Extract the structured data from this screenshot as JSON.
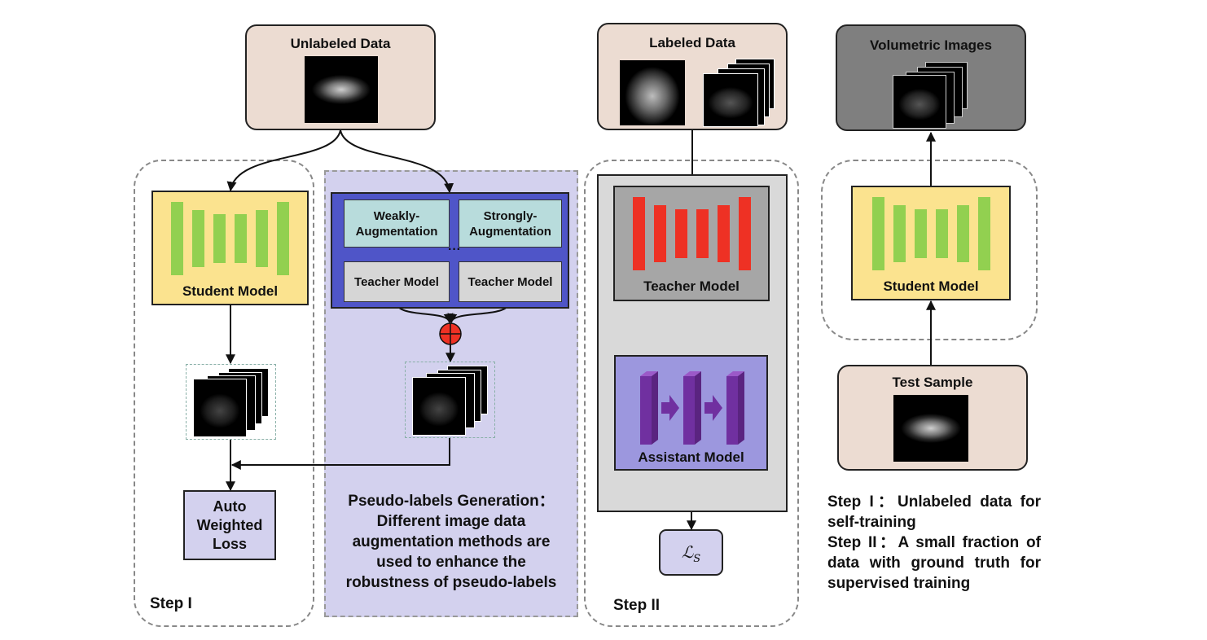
{
  "unlabeled": {
    "title": "Unlabeled Data"
  },
  "labeled": {
    "title": "Labeled Data"
  },
  "volumetric": {
    "title": "Volumetric Images"
  },
  "test": {
    "title": "Test Sample"
  },
  "student_left": {
    "label": "Student Model"
  },
  "student_right": {
    "label": "Student Model"
  },
  "aug": {
    "weak": "Weakly-\nAugmentation",
    "strong": "Strongly-\nAugmentation",
    "teacher1": "Teacher Model",
    "teacher2": "Teacher Model",
    "dots": "···"
  },
  "teacher_main": {
    "label": "Teacher Model"
  },
  "assistant": {
    "label": "Assistant Model"
  },
  "loss": {
    "label": "Auto\nWeighted\nLoss"
  },
  "ls": {
    "label": "ℒ",
    "sub": "S"
  },
  "pseudo": {
    "text": "Pseudo-labels Generation：\nDifferent image data\naugmentation methods are\nused to enhance the\nrobustness of pseudo-labels"
  },
  "step1": {
    "label": "Step I"
  },
  "step2": {
    "label": "Step II"
  },
  "notes": {
    "line1": "Step I：Unlabeled data for self-training",
    "line2": "Step II：A small fraction of data with ground truth for supervised training"
  },
  "colors": {
    "green": "#92d050",
    "red": "#ee3124",
    "purple": "#7030a0",
    "student_fill": "#fbe38f",
    "aug_fill": "#b8dcdc",
    "frame_blue": "#4f55c8",
    "lavender": "#d3d1ee",
    "assistant_fill": "#9c97de",
    "gray_panel": "#d9d9d9",
    "teacher_fill": "#a6a6a6",
    "dark_box": "#7f7f7f",
    "beige": "#ecdcd2"
  }
}
